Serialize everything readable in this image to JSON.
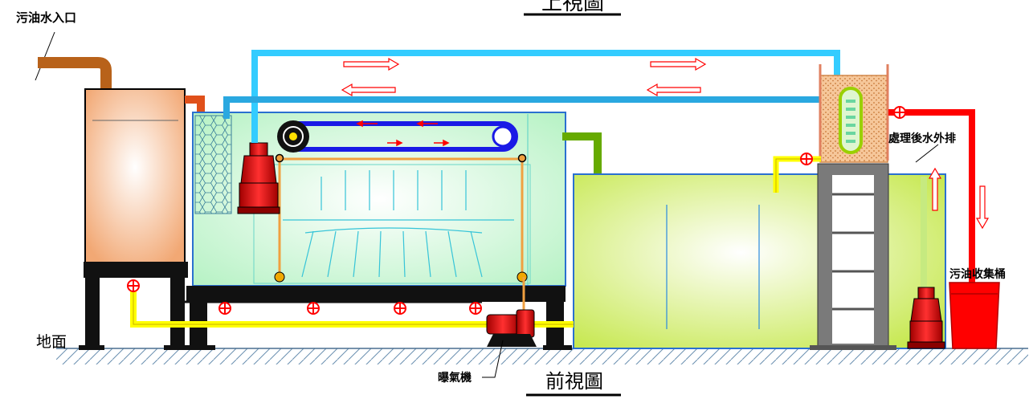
{
  "labels": {
    "top_view_title": "上視圖",
    "front_view_title": "前視圖",
    "inlet": "污油水入口",
    "ground": "地面",
    "outlet": "處理後水外排",
    "oil_bucket": "污油收集桶",
    "aerator": "曝氣機"
  },
  "colors": {
    "pipe_blue": "#33CCFF",
    "pipe_red": "#FF0000",
    "pipe_yellow": "#FFFF00",
    "pipe_green": "#66AA00",
    "pipe_brown": "#B8621A",
    "belt_blue": "#1A1AE6",
    "frame_orange": "#F0A040",
    "support": "#222222",
    "column_gray": "#7A7A7A",
    "flow_arrow": "#FF0000"
  }
}
